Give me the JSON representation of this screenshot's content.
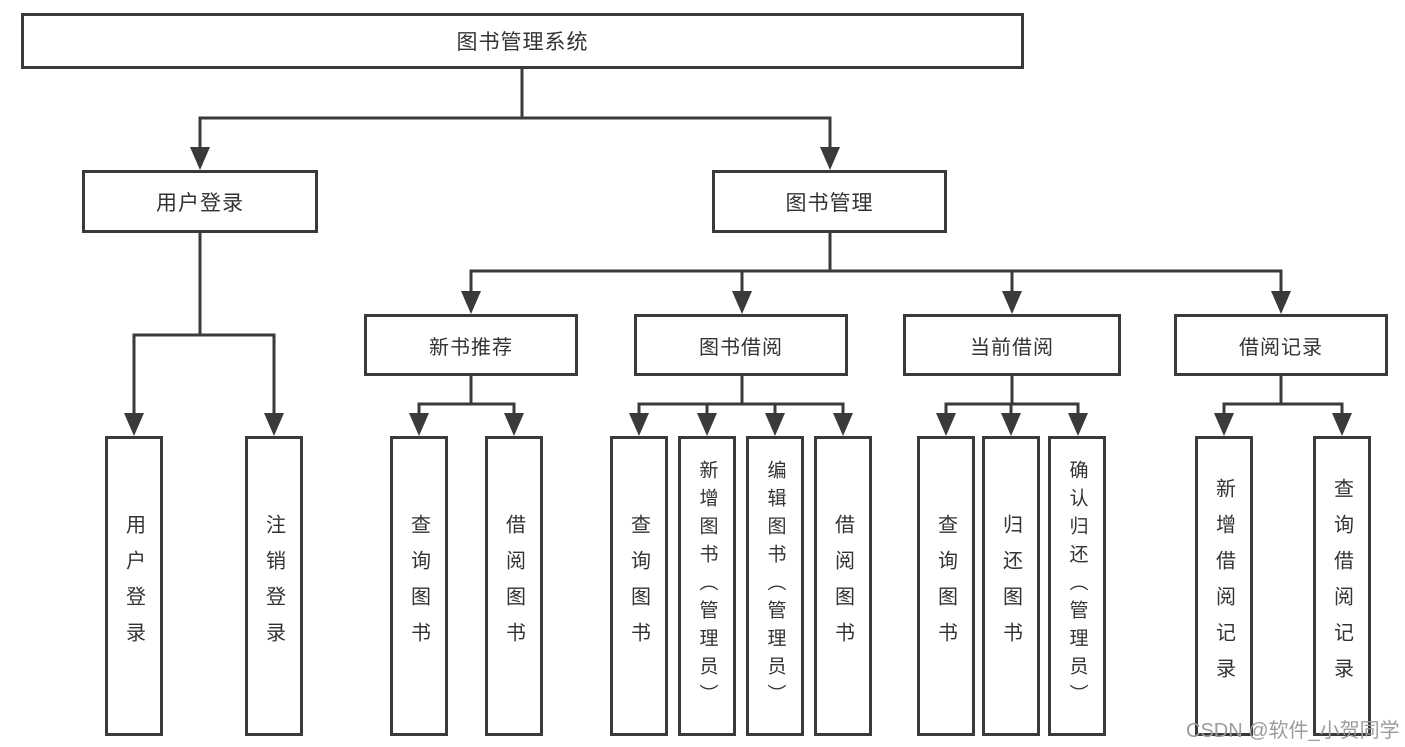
{
  "diagram": {
    "title": "图书管理系统",
    "level2": {
      "user_login": "用户登录",
      "book_management": "图书管理"
    },
    "level3": {
      "new_books": "新书推荐",
      "book_borrow": "图书借阅",
      "current_borrow": "当前借阅",
      "borrow_records": "借阅记录"
    },
    "leaves": {
      "user": [
        "用户登录",
        "注销登录"
      ],
      "new_books": [
        "查询图书",
        "借阅图书"
      ],
      "book_borrow": [
        "查询图书",
        "新增图书（管理员）",
        "编辑图书（管理员）",
        "借阅图书"
      ],
      "current_borrow": [
        "查询图书",
        "归还图书",
        "确认归还（管理员）"
      ],
      "borrow_records": [
        "新增借阅记录",
        "查询借阅记录"
      ]
    }
  },
  "watermark": "CSDN @软件_小贺同学",
  "colors": {
    "line": "#3a3a3a",
    "text": "#333333",
    "watermark": "#9c9c9c",
    "background": "#ffffff"
  }
}
